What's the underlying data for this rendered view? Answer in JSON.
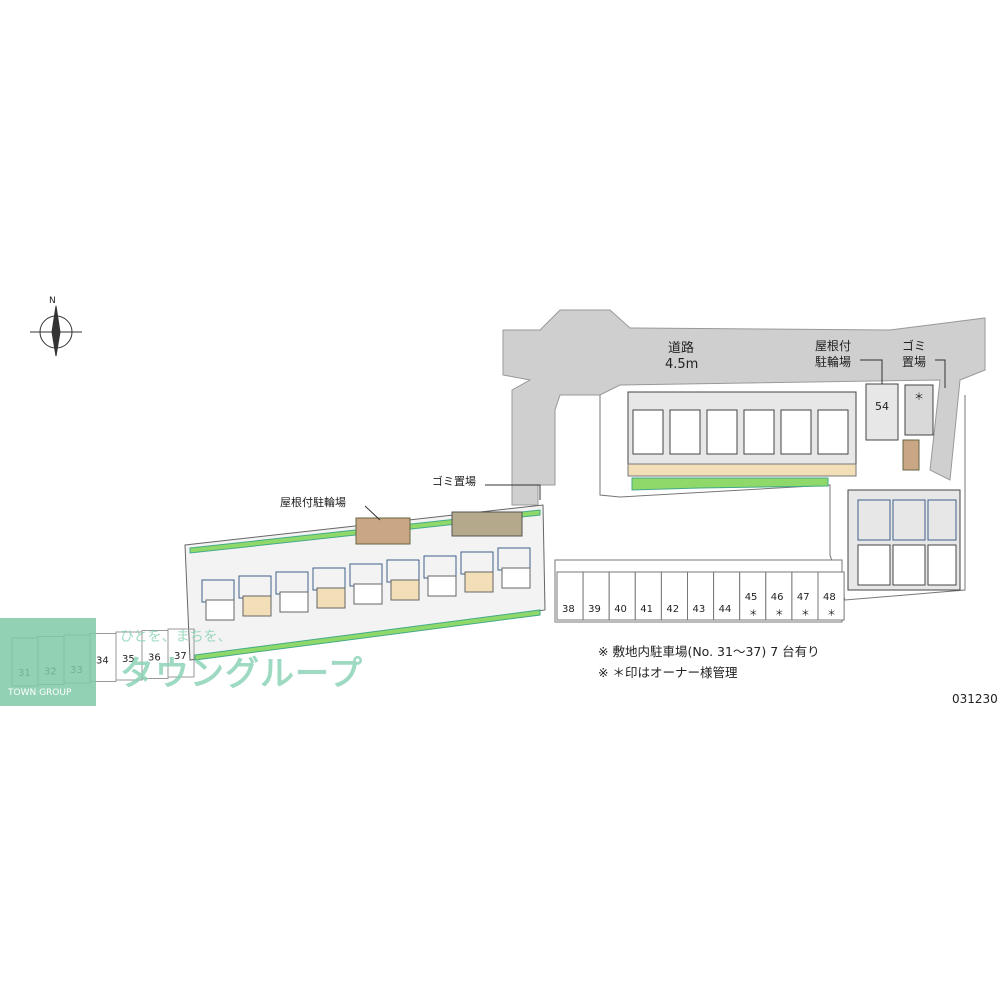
{
  "labels": {
    "road": "道路",
    "road_width": "4.5m",
    "bike_roof_right_line1": "屋根付",
    "bike_roof_right_line2": "駐輪場",
    "garbage_right_line1": "ゴミ",
    "garbage_right_line2": "置場",
    "bike_roof_left": "屋根付駐輪場",
    "garbage_left": "ゴミ置場",
    "north_mark": "N"
  },
  "parking_spaces": {
    "left_row": [
      "31",
      "32",
      "33",
      "34",
      "35",
      "36",
      "37"
    ],
    "center_row": [
      "38",
      "39",
      "40",
      "41",
      "42",
      "43",
      "44",
      "45",
      "46",
      "47",
      "48"
    ],
    "right_box": "54",
    "owner_mark": "＊",
    "owner_managed": [
      "45",
      "46",
      "47",
      "48"
    ]
  },
  "notes": [
    "※ 敷地内駐車場(No. 31～37) 7 台有り",
    "※ ＊印はオーナー様管理"
  ],
  "doc_number": "031230",
  "watermark": {
    "small": "ひとを、まちを、",
    "large": "タウングループ",
    "brand": "TOWN GROUP"
  },
  "colors": {
    "road": "#cfcfcf",
    "green_strip": "#8fd86a",
    "building_fill": "#e7e7e7",
    "unit_accent": "#f2dfb8",
    "window_blue": "#3f5f8a",
    "watermark": "#7fc9a6"
  }
}
